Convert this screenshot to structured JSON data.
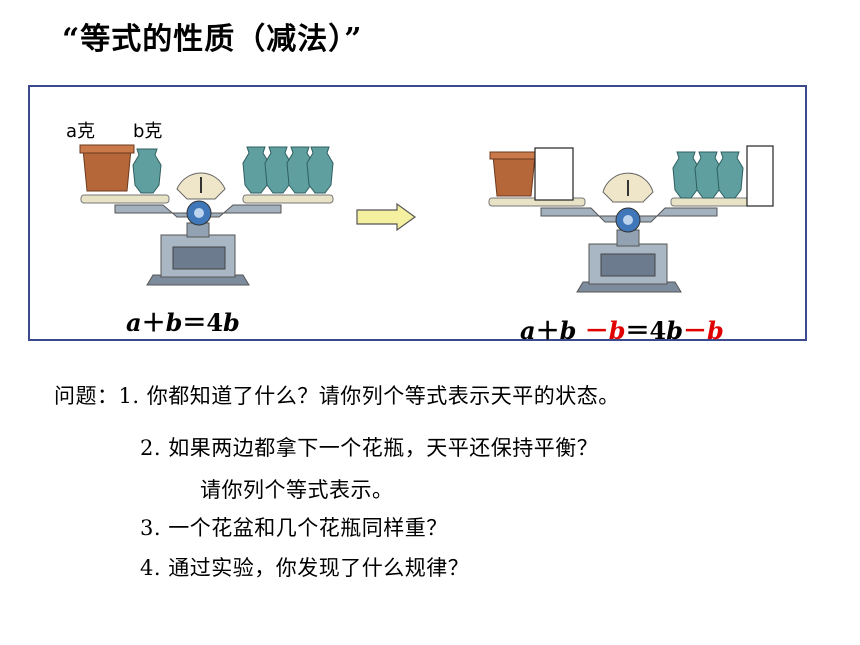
{
  "title": "“等式的性质（减法）”",
  "figure": {
    "left_label_a": "a克",
    "left_label_b": "b克",
    "formula_left": {
      "a": "a",
      "plus": "＋",
      "b": "b",
      "eq": "＝",
      "four": "4",
      "b2": "b"
    },
    "formula_right": {
      "a": "a",
      "plus": "＋",
      "b": "b",
      "minus1": "－",
      "b_red1": "b",
      "eq": "＝",
      "four": "4",
      "b2": "b",
      "minus2": "－",
      "b_red2": "b"
    },
    "colors": {
      "frame": "#3a4a8c",
      "accent_red": "#e00000",
      "pot": "#b5673a",
      "vase": "#5f9fa0",
      "scale_body": "#8f9fb0",
      "arrow": "#f5f0a0"
    }
  },
  "questions": {
    "prefix": "问题：",
    "q1": "1.  你都知道了什么？请你列个等式表示天平的状态。",
    "q2": "2.  如果两边都拿下一个花瓶，天平还保持平衡？",
    "q2b": "请你列个等式表示。",
    "q3": "3.  一个花盆和几个花瓶同样重？",
    "q4": "4.  通过实验，你发现了什么规律？"
  }
}
